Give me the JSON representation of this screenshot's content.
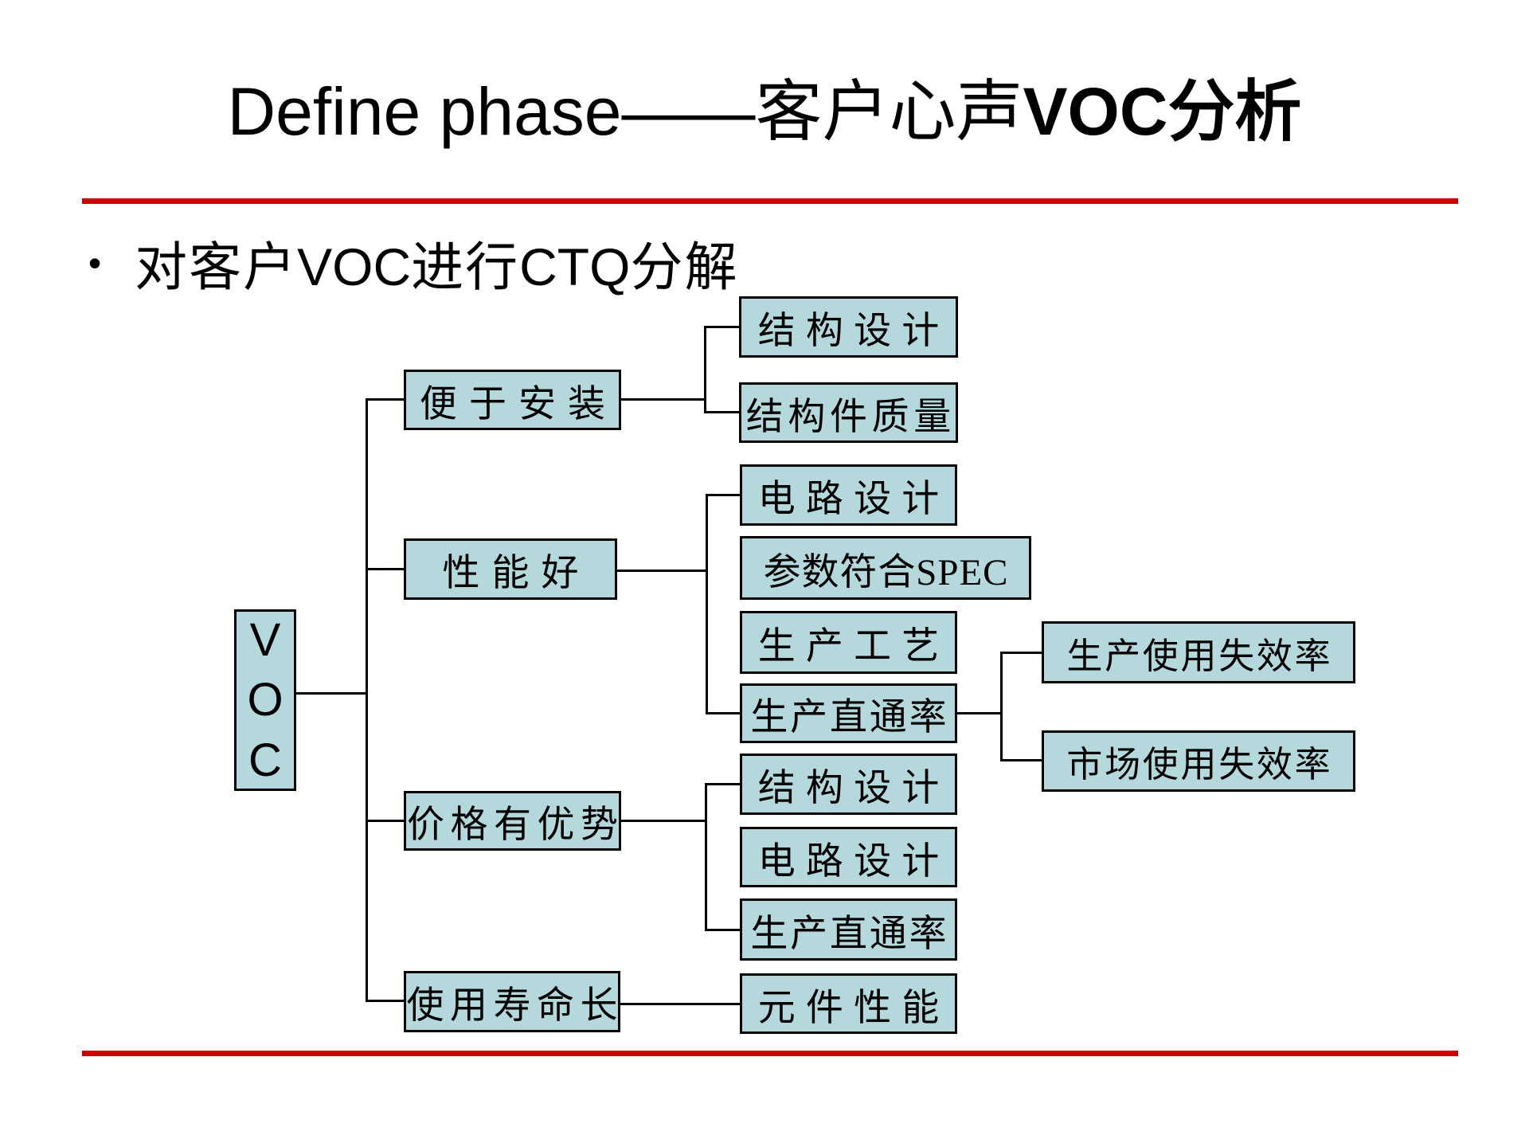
{
  "slide": {
    "title": {
      "part1": "Define phase——客户心声",
      "part2": "VOC",
      "part3": "分析"
    },
    "bullet": {
      "marker": "•",
      "part1": "对客户",
      "part2": "VOC",
      "part3": "进行",
      "part4": "CTQ",
      "part5": "分解"
    }
  },
  "colors": {
    "box_fill": "#b5d8dc",
    "box_border": "#000000",
    "rule_red": "#cc0000",
    "line_black": "#000000"
  },
  "diagram": {
    "nodes": {
      "voc": "VOC",
      "easy_install": "便于安装",
      "good_performance": "性能好",
      "price_advantage": "价格有优势",
      "long_life": "使用寿命长",
      "struct_design_1": "结构设计",
      "struct_part_quality": "结构件质量",
      "circuit_design_1": "电路设计",
      "param_spec": "参数符合SPEC",
      "production_process": "生产工艺",
      "fpy_1": "生产直通率",
      "production_failure_rate": "生产使用失效率",
      "market_failure_rate": "市场使用失效率",
      "struct_design_2": "结构设计",
      "circuit_design_2": "电路设计",
      "fpy_2": "生产直通率",
      "component_performance": "元件性能"
    }
  }
}
